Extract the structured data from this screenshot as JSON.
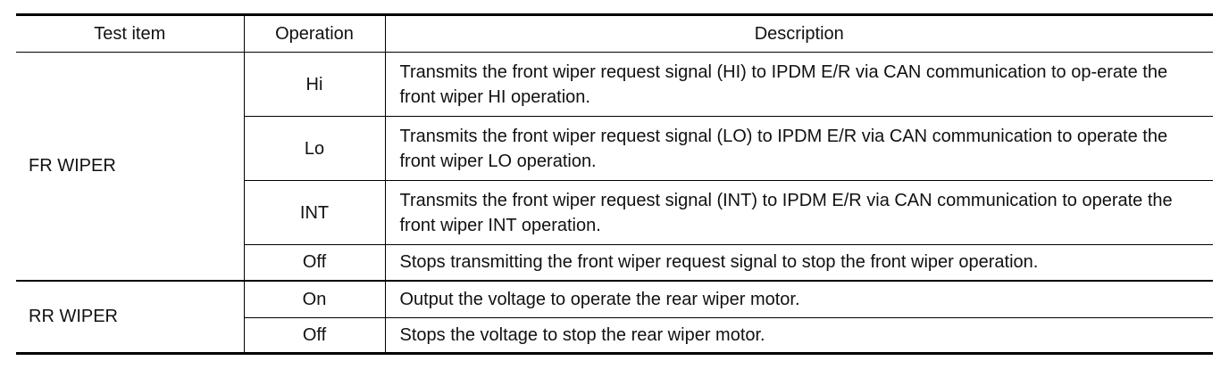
{
  "headers": {
    "test_item": "Test item",
    "operation": "Operation",
    "description": "Description"
  },
  "groups": [
    {
      "test_item": "FR WIPER",
      "rows": [
        {
          "operation": "Hi",
          "description": "Transmits the front wiper request signal (HI) to IPDM E/R via CAN communication to op-erate the front wiper HI operation."
        },
        {
          "operation": "Lo",
          "description": "Transmits the front wiper request signal (LO) to IPDM E/R via CAN communication to operate the front wiper LO operation."
        },
        {
          "operation": "INT",
          "description": "Transmits the front wiper request signal (INT) to IPDM E/R via CAN communication to operate the front wiper INT operation."
        },
        {
          "operation": "Off",
          "description": "Stops transmitting the front wiper request signal to stop the front wiper operation."
        }
      ]
    },
    {
      "test_item": "RR WIPER",
      "rows": [
        {
          "operation": "On",
          "description": "Output the voltage to operate the rear wiper motor."
        },
        {
          "operation": "Off",
          "description": "Stops the voltage to stop the rear wiper motor."
        }
      ]
    }
  ]
}
